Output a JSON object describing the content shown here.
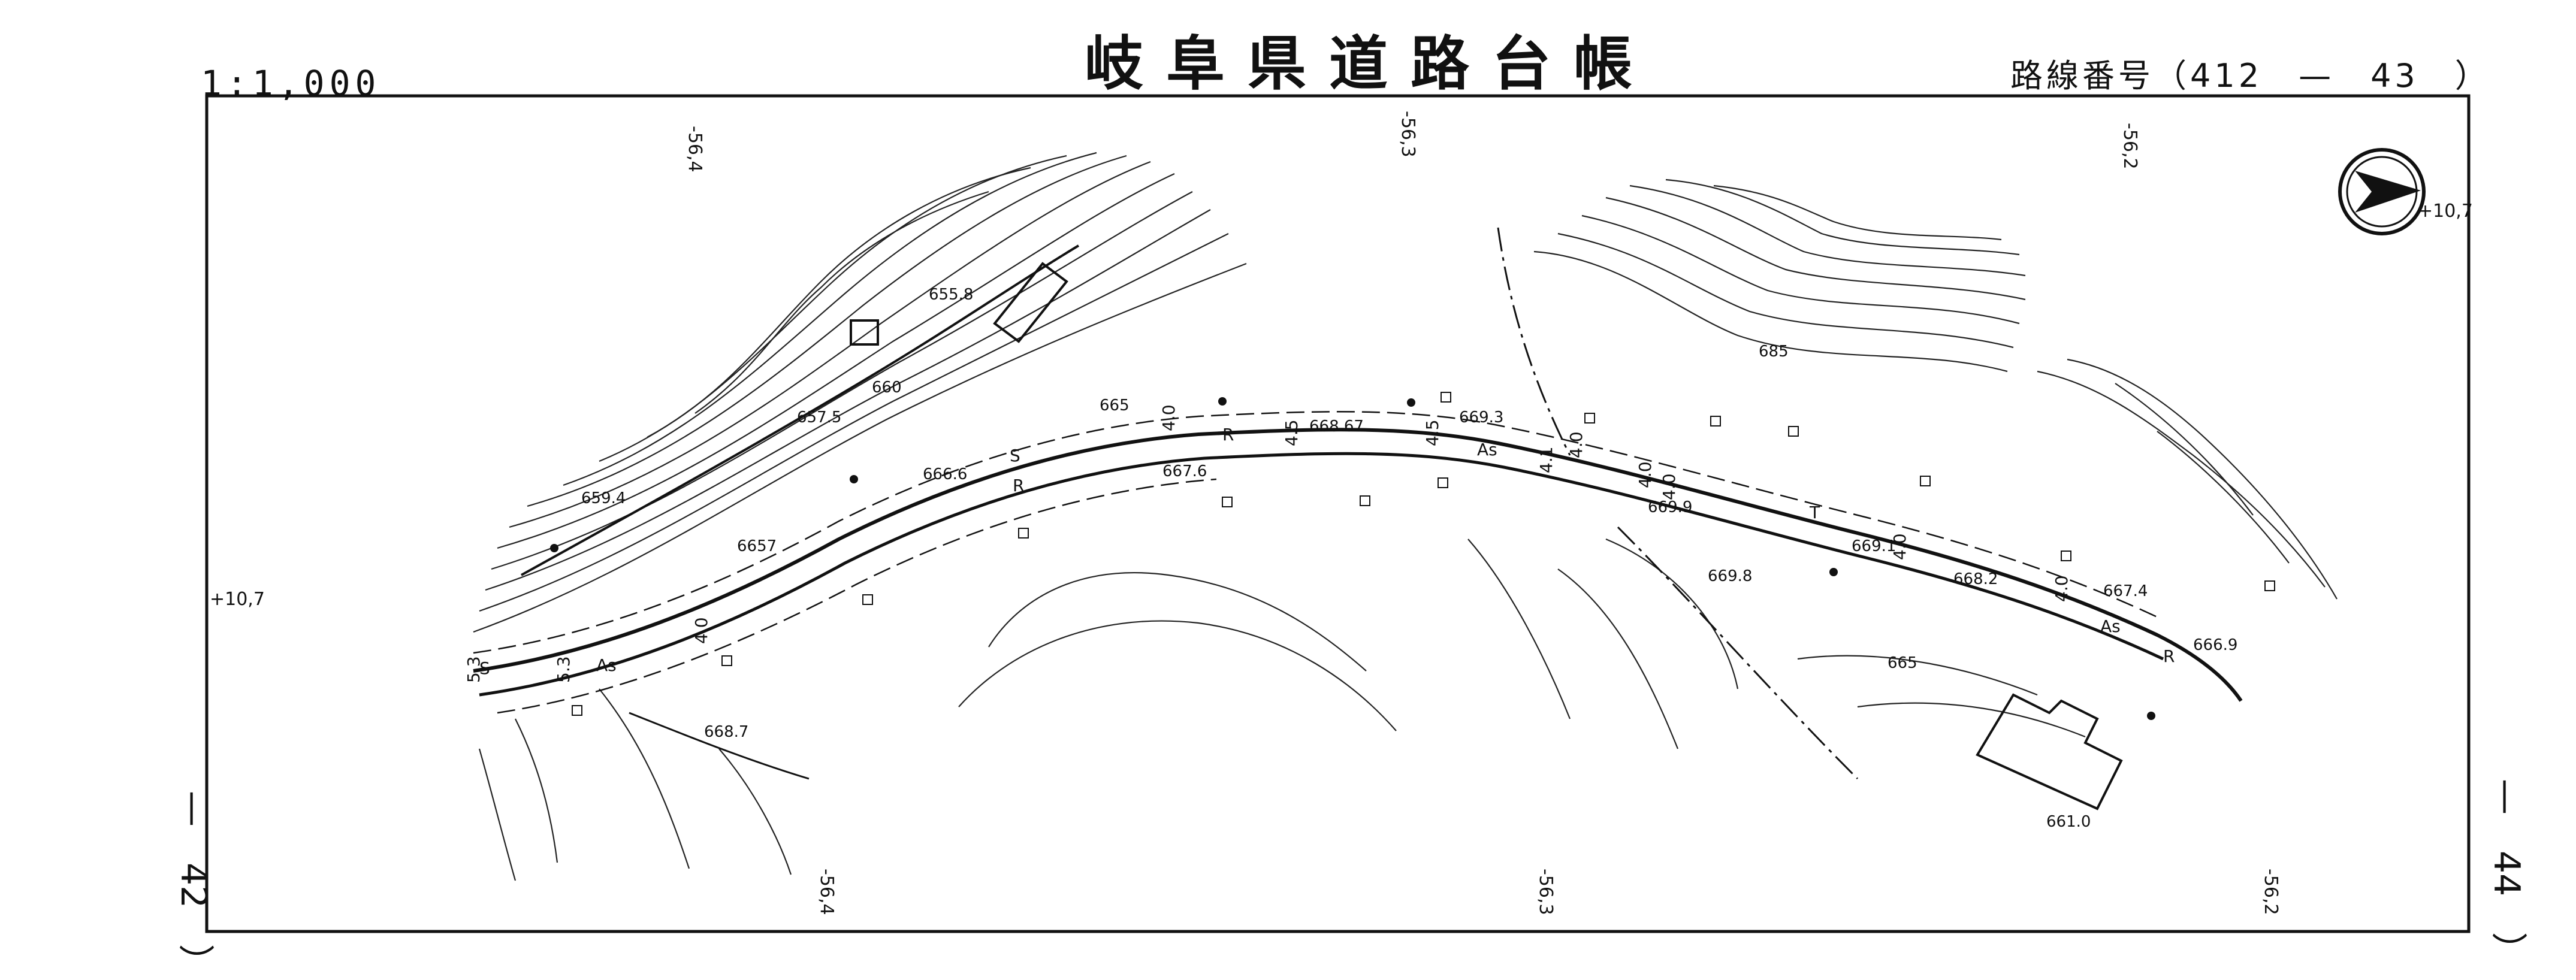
{
  "header": {
    "scale": "1:1,000",
    "title": "岐阜県道路台帳",
    "route_number": "路線番号（412　—　43　）"
  },
  "sheet_links": {
    "left": "—　42　）",
    "right": "—　44　）"
  },
  "grid_labels": {
    "top_1": "-56,4",
    "top_2": "-56,3",
    "top_3": "-56,2",
    "bottom_1": "-56,4",
    "bottom_2": "-56,3",
    "bottom_3": "-56,2",
    "left_mid": "+10,7",
    "right_top": "+10,7"
  },
  "elevations": {
    "e1": "655.8",
    "e2": "660",
    "e3": "657.5",
    "e4": "665",
    "e5": "659.4",
    "e6": "666.6",
    "e7": "6657",
    "e8": "668.67",
    "e9": "669.3",
    "e10": "667.6",
    "e11": "685",
    "e12": "669.9",
    "e13": "669.8",
    "e14": "669.1",
    "e15": "668.2",
    "e16": "667.4",
    "e17": "666.9",
    "e18": "665",
    "e19": "668.7",
    "e20": "661.0"
  },
  "road_marks": {
    "as1": "As",
    "as2": "As",
    "as3": "As",
    "r1": "R",
    "r2": "R",
    "r3": "R",
    "w1": "5.3",
    "w2": "5.3",
    "w3": "4.0",
    "w4": "4.5",
    "w5": "4.0",
    "w6": "4.5",
    "w7": "4.1",
    "w8": "4.0",
    "w9": "4.0",
    "w10": "4.0",
    "w11": "4.0",
    "w12": "4.0",
    "s1": "S",
    "s2": "S",
    "t1": "T"
  },
  "symbols": {
    "north": "north-arrow"
  }
}
